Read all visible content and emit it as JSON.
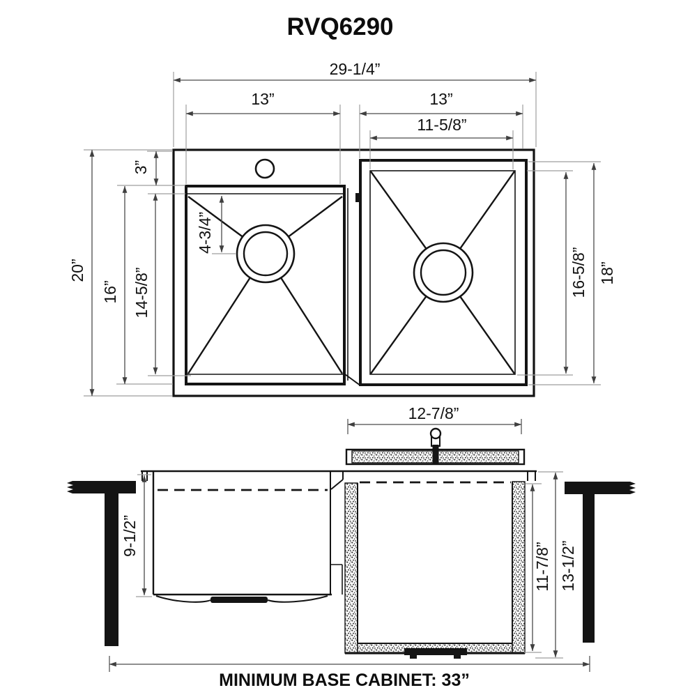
{
  "title": "RVQ6290",
  "note": "MINIMUM BASE CABINET: 33”",
  "top_view": {
    "overall_width": "29-1/4”",
    "left_bowl_width": "13”",
    "right_bowl_width": "13”",
    "right_bowl_inner_width": "11-5/8”",
    "faucet_deck_depth": "3”",
    "drain_from_top": "4-3/4”",
    "overall_depth": "20”",
    "left_bowl_depth_outer": "16”",
    "left_bowl_depth_inner": "14-5/8”",
    "right_bowl_depth_inner": "16-5/8”",
    "right_bowl_depth_outer": "18”"
  },
  "section_view": {
    "cutout_width": "12-7/8”",
    "left_bowl_height": "9-1/2”",
    "right_bowl_inner_height": "11-7/8”",
    "right_bowl_outer_height": "13-1/2”"
  },
  "colors": {
    "line": "#141414",
    "dim_line": "#4a4a4a",
    "extension_line": "#9e9e9e",
    "background": "#ffffff"
  }
}
